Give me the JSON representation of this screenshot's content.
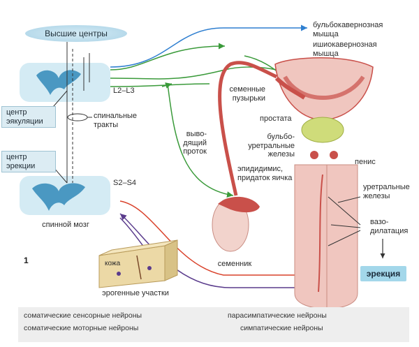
{
  "top": {
    "higher_centers": "Высшие центры"
  },
  "spine": {
    "l2_l3": "L2–L3",
    "s2_s4": "S2–S4",
    "ejaculation_center": "центр эякуляции",
    "erection_center": "центр эрекции",
    "spinal_tracts": "спинальные тракты",
    "spinal_cord": "спинной мозг",
    "figure_number": "1"
  },
  "skin": {
    "skin_label": "кожа",
    "erogenous_zones": "эрогенные участки"
  },
  "anatomy": {
    "bulbocavernosus": "бульбокавернозная мышца",
    "ischiocavernosus": "ишиокавернозная мышца",
    "seminal_vesicles": "семенные пузырьки",
    "prostate": "простата",
    "bulbourethral_glands": "бульбо-уретральные железы",
    "vas_deferens": "выво-дящий проток",
    "epididymis": "эпидидимис, придаток яичка",
    "testis": "семенник",
    "penis": "пенис",
    "urethral_glands": "уретральные железы",
    "vasodilation": "вазо-дилатация",
    "erection": "эрекция"
  },
  "legend": {
    "somatic_sensory": "соматические сенсорные нейроны",
    "somatic_motor": "соматические моторные нейроны",
    "parasympathetic": "парасимпатические нейроны",
    "sympathetic": "симпатические нейроны"
  },
  "colors": {
    "somatic_sensory": "#5a3b8c",
    "somatic_motor": "#2f7fd0",
    "parasympathetic": "#d9412a",
    "sympathetic": "#3a9a3a",
    "spinal_blue": "#bfe0ee",
    "organ_pink": "#f0c6bf",
    "organ_dark": "#c9504a",
    "prostate_green": "#cfdc7a"
  }
}
